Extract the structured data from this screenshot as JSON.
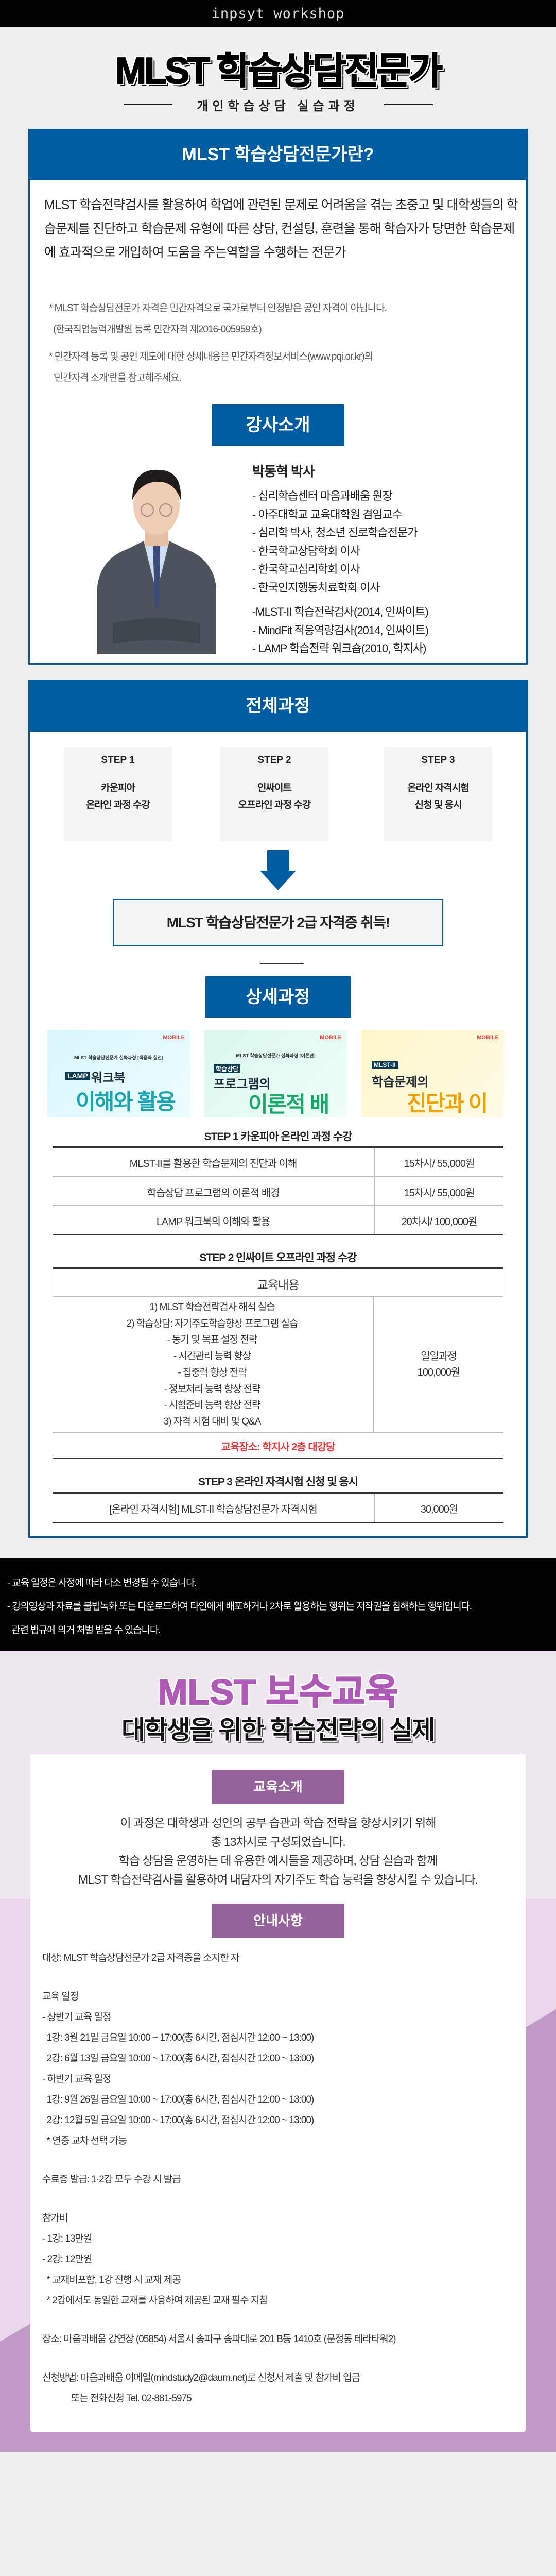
{
  "topbar": {
    "title": "inpsyt workshop"
  },
  "hero": {
    "title": "MLST 학습상담전문가",
    "subtitle": "개인학습상담 실습과정"
  },
  "intro": {
    "heading": "MLST 학습상담전문가란?",
    "paragraph": "MLST 학습전략검사를 활용하여 학업에 관련된 문제로 어려움을 겪는 초중고 및 대학생들의 학습문제를 진단하고 학습문제 유형에 따른 상담, 컨설팅, 훈련을 통해 학습자가 당면한 학습문제에 효과적으로 개입하여 도움을 주는역할을 수행하는 전문가",
    "notes": [
      [
        "* MLST 학습상담전문가 자격은 민간자격으로 국가로부터 인정받은 공인 자격이 아닙니다.",
        "(한국직업능력개발원 등록 민간자격 제2016-005959호)"
      ],
      [
        "* 민간자격 등록 및 공인 제도에 대한 상세내용은 민간자격정보서비스(www.pqi.or.kr)의",
        "'민간자격 소개'란을 참고해주세요."
      ]
    ]
  },
  "instructor": {
    "button": "강사소개",
    "name": "박동혁 박사",
    "career": [
      "- 심리학습센터 마음과배움 원장",
      "- 아주대학교 교육대학원 겸임교수",
      "- 심리학 박사, 청소년 진로학습전문가",
      "- 한국학교상담학회 이사",
      "- 한국학교심리학회 이사",
      "- 한국인지행동치료학회 이사"
    ],
    "works": [
      "-MLST-II 학습전략검사(2014, 인싸이트)",
      "- MindFit 적응역량검사(2014, 인싸이트)",
      "- LAMP 학습전략 워크숍(2010, 학지사)"
    ]
  },
  "overall": {
    "heading": "전체과정",
    "steps": [
      {
        "label": "STEP 1",
        "lines": [
          "카운피아",
          "온라인 과정 수강"
        ]
      },
      {
        "label": "STEP 2",
        "lines": [
          "인싸이트",
          "오프라인 과정 수강"
        ]
      },
      {
        "label": "STEP 3",
        "lines": [
          "온라인 자격시험",
          "신청 및 응시"
        ]
      }
    ],
    "result": "MLST 학습상담전문가 2급 자격증 취득!"
  },
  "detail": {
    "button": "상세과정",
    "thumbnails": [
      {
        "badge": "MOBILE",
        "small": "MLST 학습상담전문가 심화과정 [적용와 실천]",
        "tag": "LAMP",
        "mid": "워크북",
        "big": "이해와 활용",
        "color": "#18a4b0"
      },
      {
        "badge": "MOBILE",
        "small": "MLST 학습상담전문가 심화과정 [이론편]",
        "tag": "학습상담",
        "mid": "프로그램의",
        "big": "이론적 배경",
        "color": "#1aa86a"
      },
      {
        "badge": "MOBILE",
        "small": "",
        "tag": "MLST-II",
        "mid": "학습문제의",
        "big": "진단과 이해",
        "color": "#f0a000"
      }
    ],
    "step1": {
      "title": "STEP 1 카운피아 온라인 과정 수강",
      "rows": [
        {
          "course": "MLST-II를 활용한 학습문제의 진단과 이해",
          "price": "15차시/ 55,000원"
        },
        {
          "course": "학습상담 프로그램의 이론적 배경",
          "price": "15차시/ 55,000원"
        },
        {
          "course": "LAMP 워크북의 이해와 활용",
          "price": "20차시/ 100,000원"
        }
      ]
    },
    "step2": {
      "title": "STEP 2 인싸이트 오프라인 과정 수강",
      "header": "교육내용",
      "contents": [
        "1) MLST 학습전략검사 해석 실습",
        "2) 학습상담: 자기주도학습향상 프로그램 실습",
        "- 동기 및 목표 설정 전략",
        "- 시간관리 능력 향상",
        "- 집중력 향상 전략",
        "- 정보처리 능력 향상 전략",
        "- 시험준비 능력 향상 전략",
        "3) 자격 시험 대비 및 Q&A"
      ],
      "type": "일일과정",
      "price": "100,000원",
      "place": "교육장소: 학지사 2층 대강당"
    },
    "step3": {
      "title": "STEP 3 온라인 자격시험 신청 및 응시",
      "rows": [
        {
          "course": "[온라인 자격시험] MLST-II 학습상담전문가 자격시험",
          "price": "30,000원"
        }
      ]
    }
  },
  "footer": {
    "lines": [
      "- 교육 일정은 사정에 따라 다소 변경될 수 있습니다.",
      "- 강의영상과 자료를 불법녹화 또는 다운로드하여 타인에게 배포하거나 2차로 활용하는 행위는 저작권을 침해하는 행위입니다.",
      "  관련 법규에 의거 처벌 받을 수 있습니다."
    ]
  },
  "refresher": {
    "title": "MLST 보수교육",
    "subtitle": "대학생을 위한 학습전략의 실제",
    "intro_button": "교육소개",
    "intro_lines": [
      "이 과정은 대학생과 성인의 공부 습관과 학습 전략을 향상시키기 위해",
      "총 13차시로 구성되었습니다.",
      "학습 상담을 운영하는 데 유용한 예시들을 제공하며, 상담 실습과 함께",
      "MLST 학습전략검사를 활용하여 내담자의 자기주도 학습 능력을 향상시킬 수 있습니다."
    ],
    "info_button": "안내사항",
    "info_lines": [
      "대상: MLST 학습상담전문가 2급 자격증을 소지한 자",
      "교육 일정",
      "- 상반기 교육 일정",
      "  1강: 3월 21일 금요일 10:00 ~ 17:00(총 6시간, 점심시간 12:00 ~ 13:00)",
      "  2강: 6월 13일 금요일 10:00 ~ 17:00(총 6시간, 점심시간 12:00 ~ 13:00)",
      "- 하반기 교육 일정",
      "  1강: 9월 26일 금요일 10:00 ~ 17:00(총 6시간, 점심시간 12:00 ~ 13:00)",
      "  2강: 12월 5일 금요일 10:00 ~ 17:00(총 6시간, 점심시간 12:00 ~ 13:00)",
      "  * 연중 교차 선택 가능",
      "수료증 발급: 1·2강 모두 수강 시 발급",
      "참가비",
      "- 1강: 13만원",
      "- 2강: 12만원",
      "  * 교재비포함, 1강 진행 시 교재 제공",
      "  * 2강에서도 동일한 교재를 사용하여 제공된 교재 필수 지참",
      "장소: 마음과배움 강연장 (05854) 서울시 송파구 송파대로 201 B동 1410호 (문정동 테라타워2)",
      "신청방법: 마음과배움 이메일(mindstudy2@daum.net)로 신청서 제출 및 참가비 입금",
      "             또는 전화신청 Tel. 02-881-5975"
    ]
  },
  "colors": {
    "blue": "#005ca0",
    "purple_button": "#96629c",
    "purple_title": "#b05ab8",
    "red": "#e8383d"
  }
}
